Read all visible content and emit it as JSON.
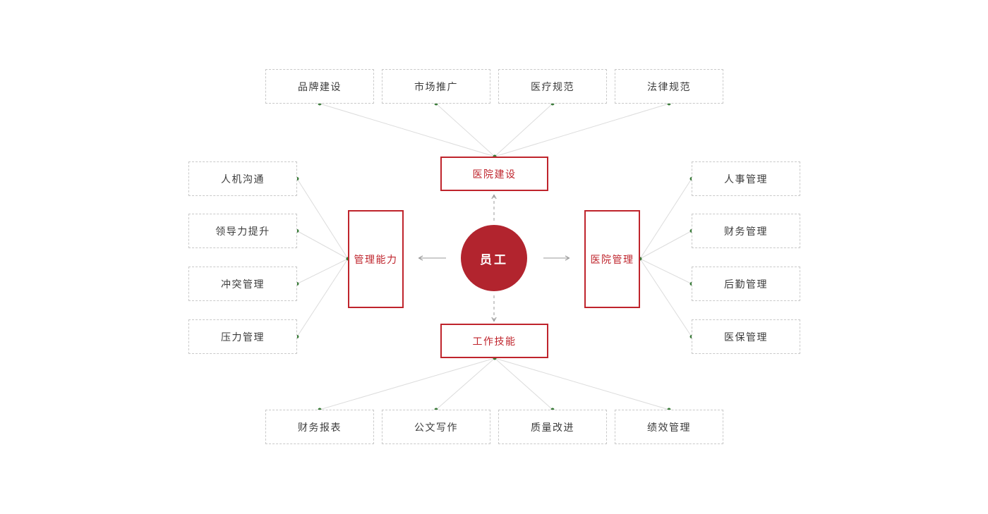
{
  "center": {
    "label": "员工"
  },
  "branches": {
    "top": {
      "label": "医院建设",
      "leaves": [
        "品牌建设",
        "市场推广",
        "医疗规范",
        "法律规范"
      ]
    },
    "left": {
      "label": "管理能力",
      "leaves": [
        "人机沟通",
        "领导力提升",
        "冲突管理",
        "压力管理"
      ]
    },
    "right": {
      "label": "医院管理",
      "leaves": [
        "人事管理",
        "财务管理",
        "后勤管理",
        "医保管理"
      ]
    },
    "bottom": {
      "label": "工作技能",
      "leaves": [
        "财务报表",
        "公文写作",
        "质量改进",
        "绩效管理"
      ]
    }
  },
  "colors": {
    "circle-red": "#b2242e",
    "box-red": "#bf242c",
    "dot-green": "#3c7d3b",
    "line-gray": "#dcdcdc",
    "arrow-gray": "#9a9a9a",
    "leaf-border": "#c9c9c9",
    "leaf-text": "#3c3c3c"
  }
}
